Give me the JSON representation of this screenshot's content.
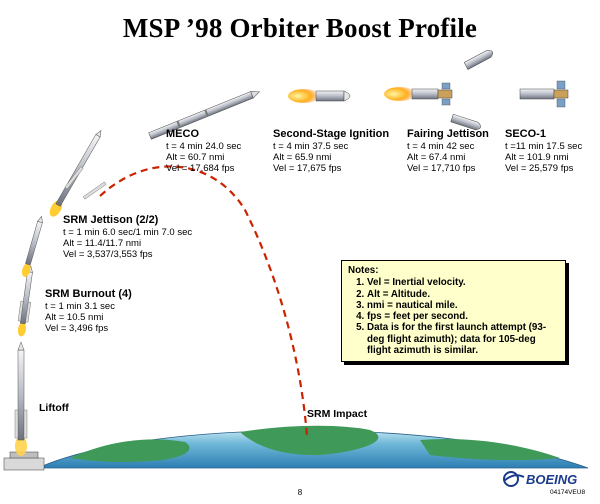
{
  "title": "MSP ’98 Orbiter Boost Profile",
  "events": [
    {
      "id": "meco",
      "name": "MECO",
      "lines": [
        "t = 4 min 24.0 sec",
        "Alt = 60.7 nmi",
        "Vel = 17,684 fps"
      ]
    },
    {
      "id": "second-stage",
      "name": "Second-Stage Ignition",
      "lines": [
        "t = 4 min 37.5 sec",
        "Alt = 65.9 nmi",
        "Vel = 17,675 fps"
      ]
    },
    {
      "id": "fairing",
      "name": "Fairing Jettison",
      "lines": [
        "t = 4 min 42 sec",
        "Alt = 67.4 nmi",
        "Vel = 17,710 fps"
      ]
    },
    {
      "id": "seco",
      "name": "SECO-1",
      "lines": [
        "t =11 min 17.5 sec",
        "Alt = 101.9 nmi",
        "Vel = 25,579 fps"
      ]
    },
    {
      "id": "srm-jettison",
      "name": "SRM Jettison (2/2)",
      "lines": [
        "t = 1 min 6.0 sec/1 min 7.0 sec",
        "Alt = 11.4/11.7 nmi",
        "Vel = 3,537/3,553 fps"
      ]
    },
    {
      "id": "srm-burnout",
      "name": "SRM Burnout (4)",
      "lines": [
        "t = 1 min 3.1 sec",
        "Alt = 10.5 nmi",
        "Vel = 3,496 fps"
      ]
    }
  ],
  "liftoff_label": "Liftoff",
  "srm_impact_label": "SRM Impact",
  "notes": {
    "title": "Notes:",
    "items": [
      "Vel = Inertial velocity.",
      "Alt = Altitude.",
      "nmi = nautical mile.",
      "fps = feet per second.",
      "Data is for the first launch attempt (93-deg flight azimuth); data for 105-deg flight azimuth is similar."
    ]
  },
  "page_number": "8",
  "doc_code": "04174VEU8",
  "logo_text": "BOEING",
  "icons": [
    "rocket-icon",
    "fairing-half-icon",
    "boeing-logo-icon"
  ],
  "colors": {
    "earth": "#2e8b57",
    "sky_band": "#9fcfe8",
    "trajectory": "#cc2200",
    "notes_bg": "#ffffcc",
    "logo": "#1a3a8c"
  }
}
